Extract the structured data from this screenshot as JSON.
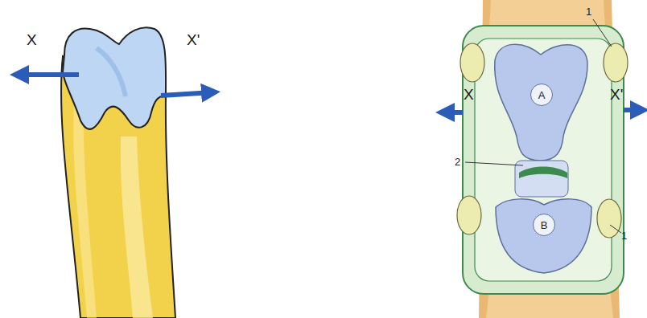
{
  "diagram": {
    "nodes": [
      {
        "text": [
          "A"
        ]
      },
      {
        "text": [
          "B"
        ]
      }
    ],
    "labels": [
      "X",
      "X'",
      "X",
      "X'",
      "1",
      "2",
      "1"
    ]
  }
}
